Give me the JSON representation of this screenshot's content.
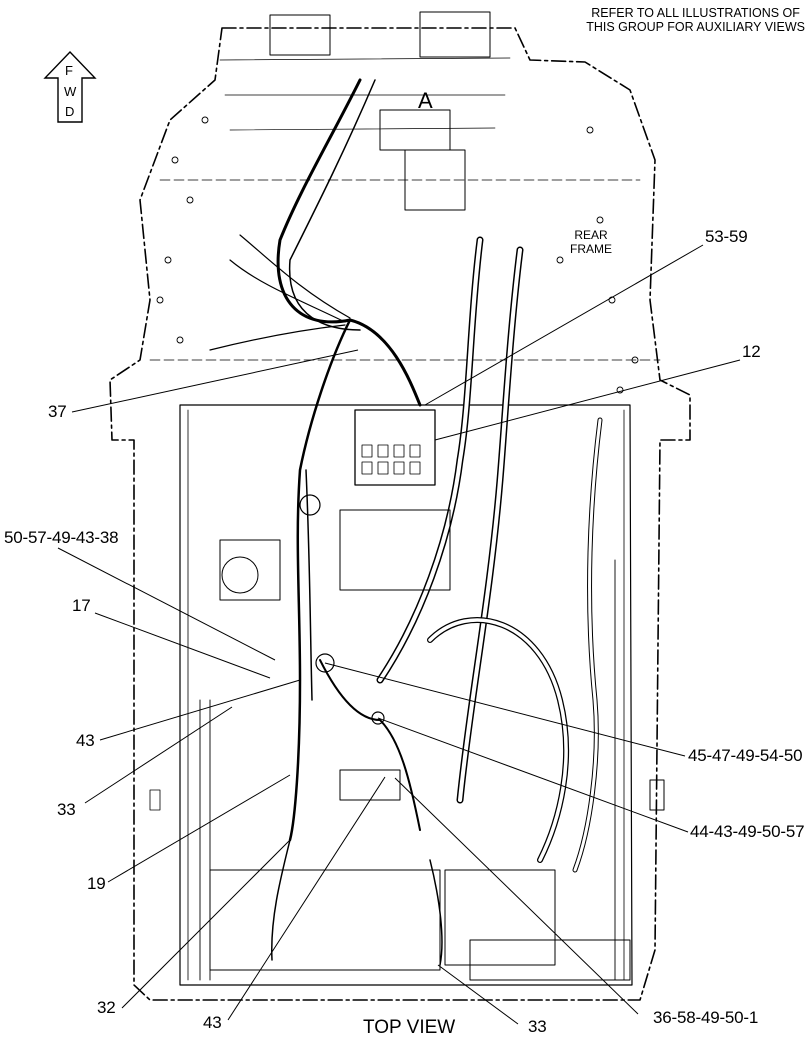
{
  "header_note_line1": "REFER TO ALL ILLUSTRATIONS OF",
  "header_note_line2": "THIS GROUP FOR AUXILIARY VIEWS",
  "view_title": "TOP VIEW",
  "view_letter": "A",
  "frame_label_line1": "REAR",
  "frame_label_line2": "FRAME",
  "fwd_arrow": {
    "icon": "up-arrow-icon",
    "letters": [
      "F",
      "W",
      "D"
    ]
  },
  "callouts": {
    "c53_59": "53-59",
    "c12": "12",
    "c37": "37",
    "c50_57_49_43_38": "50-57-49-43-38",
    "c17": "17",
    "c43_left": "43",
    "c33_left": "33",
    "c45_47_49_54_50": "45-47-49-54-50",
    "c44_43_49_50_57": "44-43-49-50-57",
    "c19": "19",
    "c32": "32",
    "c43_bottom": "43",
    "c33_bottom": "33",
    "c36_58_49_50_1": "36-58-49-50-1"
  }
}
